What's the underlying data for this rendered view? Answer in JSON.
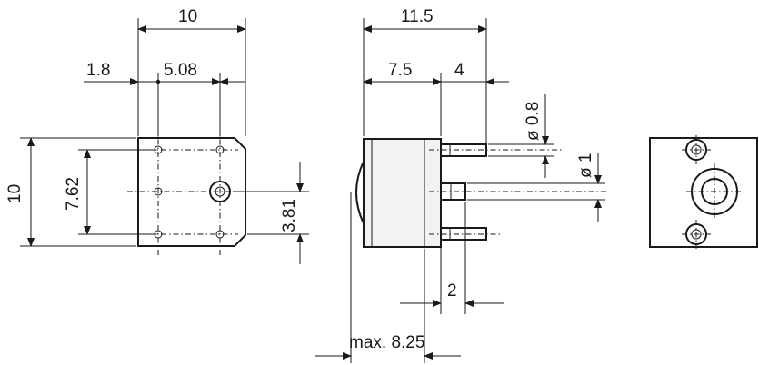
{
  "drawing": {
    "front_view": {
      "width_label": "10",
      "offset_label": "1.8",
      "pitch_label": "5.08",
      "height_label": "10",
      "pin_span_label": "7.62",
      "half_span_label": "3.81"
    },
    "side_view": {
      "depth_label": "11.5",
      "body_label": "7.5",
      "pin_length_label": "4",
      "pin_diameter_label": "ø 0.8",
      "shaft_diameter_label": "ø 1",
      "pin_spacing_label": "2",
      "max_height_label": "max. 8.25"
    }
  }
}
